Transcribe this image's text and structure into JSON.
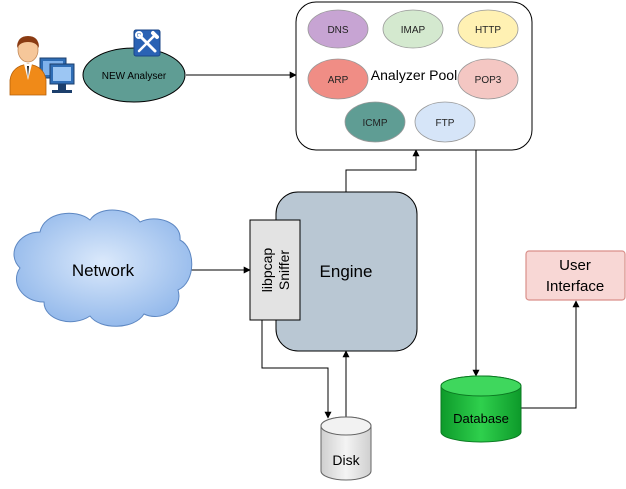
{
  "colors": {
    "network_fill": "#a9c8f0",
    "engine_fill": "#b9c7d3",
    "sniffer_fill": "#e3e3e3",
    "analyser_fill": "#5f9d94",
    "ui_fill": "#f8d7d5",
    "ui_stroke": "#d98f8a",
    "db_fill": "#1db238",
    "disk_fill": "#ededed",
    "dns": "#c7a4d3",
    "imap": "#d4e9cf",
    "http": "#fff1b3",
    "arp": "#f08d85",
    "pop3": "#f4c7c3",
    "icmp": "#5f9d94",
    "ftp": "#d6e5f8"
  },
  "icons": {
    "user": "user-at-computer-icon",
    "tools": "wrench-screwdriver-icon"
  },
  "nodes": {
    "analyser": "NEW Analyser",
    "pool_title": "Analyzer Pool",
    "network": "Network",
    "sniffer_line1": "libpcap",
    "sniffer_line2": "Sniffer",
    "engine": "Engine",
    "ui_line1": "User",
    "ui_line2": "Interface",
    "database": "Database",
    "disk": "Disk"
  },
  "pool": {
    "dns": "DNS",
    "imap": "IMAP",
    "http": "HTTP",
    "arp": "ARP",
    "pop3": "POP3",
    "icmp": "ICMP",
    "ftp": "FTP"
  }
}
